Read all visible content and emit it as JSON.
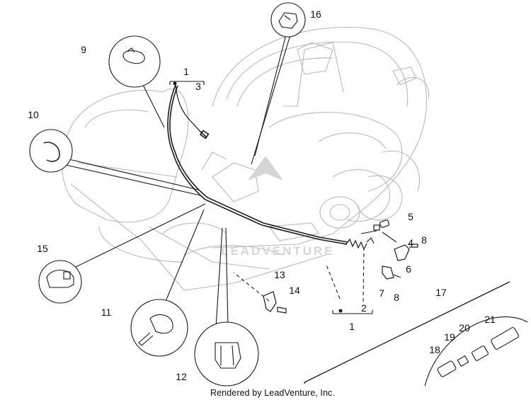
{
  "diagram": {
    "callouts": [
      "1",
      "2",
      "3",
      "4",
      "5",
      "6",
      "7",
      "8",
      "9",
      "10",
      "11",
      "12",
      "13",
      "14",
      "15",
      "16",
      "17",
      "18",
      "19",
      "20",
      "21"
    ],
    "group_label_top": "1",
    "group_label_bottom": "1",
    "duplicate_8": "8",
    "footer": "Rendered by LeadVenture, Inc.",
    "watermark": "LEADVENTURE"
  },
  "colors": {
    "line": "#1a1a1a",
    "ghost": "#b9b9b9",
    "watermark": "#d6d6d6"
  }
}
